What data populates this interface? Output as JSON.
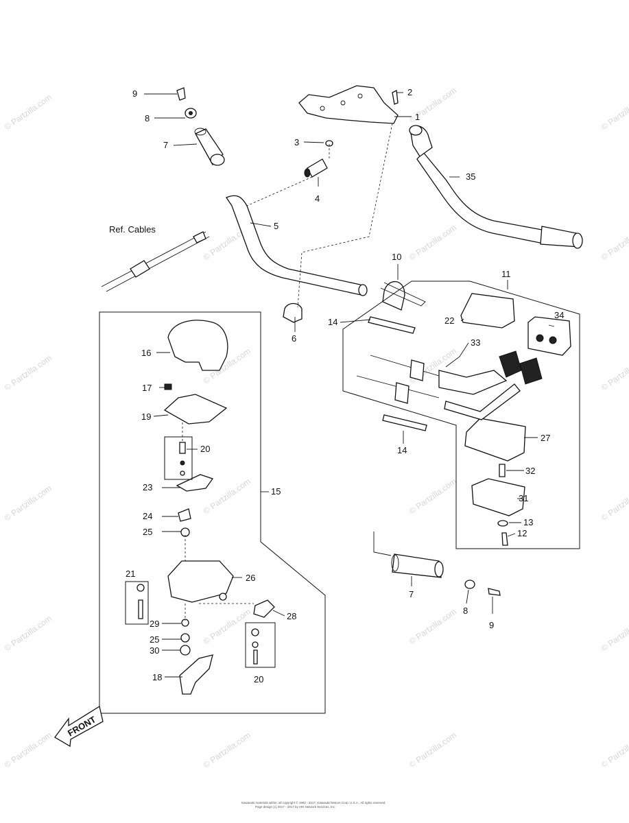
{
  "callouts": {
    "c1": "1",
    "c2": "2",
    "c3": "3",
    "c4": "4",
    "c5": "5",
    "c6": "6",
    "c7a": "7",
    "c7b": "7",
    "c8a": "8",
    "c8b": "8",
    "c9a": "9",
    "c9b": "9",
    "c10": "10",
    "c11": "11",
    "c12": "12",
    "c13": "13",
    "c14a": "14",
    "c14b": "14",
    "c15": "15",
    "c16": "16",
    "c17": "17",
    "c18": "18",
    "c19": "19",
    "c20a": "20",
    "c20b": "20",
    "c21": "21",
    "c22": "22",
    "c23": "23",
    "c24": "24",
    "c25a": "25",
    "c25b": "25",
    "c26": "26",
    "c27": "27",
    "c28": "28",
    "c29": "29",
    "c30": "30",
    "c31": "31",
    "c32": "32",
    "c33": "33",
    "c34": "34",
    "c35": "35"
  },
  "ref_label": "Ref. Cables",
  "front_label": "FRONT",
  "watermark": "© Partzilla.com",
  "footer": {
    "line1": "Kawasaki materials within: all copyright © 1982 - 2017, Kawasaki Motors Corp. U.S.A., All rights reserved.",
    "line2": "Page design (c) 2017 - 2017 by ARI Network Services, Inc."
  }
}
